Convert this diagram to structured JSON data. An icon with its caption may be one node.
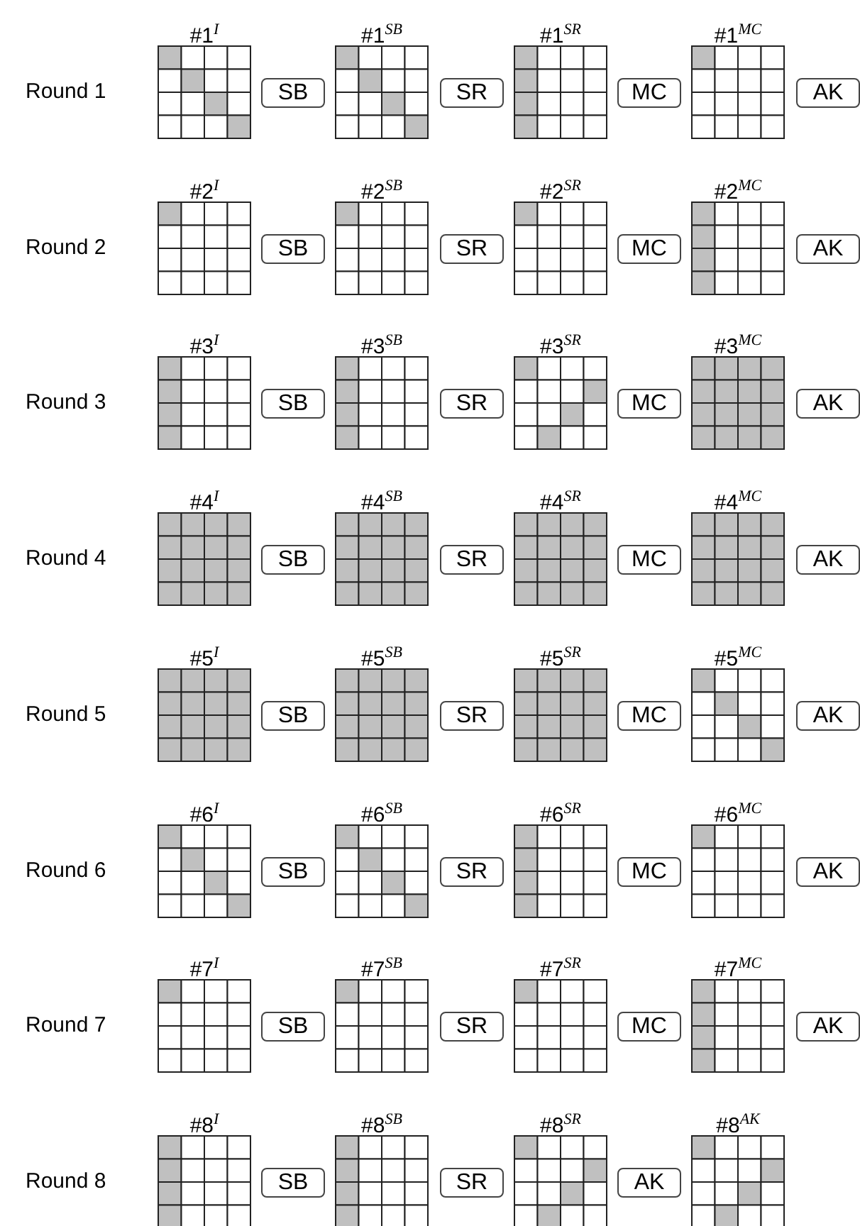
{
  "diagram": {
    "nodes": [
      {
        "text": [
          "#1$^{I}$"
        ]
      },
      {
        "text": [
          "SB"
        ]
      },
      {
        "text": [
          "#1$^{SB}$"
        ]
      },
      {
        "text": [
          "SR"
        ]
      },
      {
        "text": [
          "#1$^{SR}$"
        ]
      },
      {
        "text": [
          "MC"
        ]
      },
      {
        "text": [
          "#1$^{MC}$"
        ]
      },
      {
        "text": [
          "AK"
        ]
      },
      {
        "text": [
          "#2$^{I}$"
        ]
      },
      {
        "text": [
          "SB"
        ]
      },
      {
        "text": [
          "#2$^{SB}$"
        ]
      },
      {
        "text": [
          "SR"
        ]
      },
      {
        "text": [
          "#2$^{SR}$"
        ]
      },
      {
        "text": [
          "MC"
        ]
      },
      {
        "text": [
          "#2$^{MC}$"
        ]
      },
      {
        "text": [
          "AK"
        ]
      },
      {
        "text": [
          "#3$^{I}$"
        ]
      },
      {
        "text": [
          "SB"
        ]
      },
      {
        "text": [
          "#3$^{SB}$"
        ]
      },
      {
        "text": [
          "SR"
        ]
      },
      {
        "text": [
          "#3$^{SR}$"
        ]
      },
      {
        "text": [
          "MC"
        ]
      },
      {
        "text": [
          "#3$^{MC}$"
        ]
      },
      {
        "text": [
          "AK"
        ]
      },
      {
        "text": [
          "#4$^{I}$"
        ]
      },
      {
        "text": [
          "SB"
        ]
      },
      {
        "text": [
          "#4$^{SB}$"
        ]
      },
      {
        "text": [
          "SR"
        ]
      },
      {
        "text": [
          "#4$^{SR}$"
        ]
      },
      {
        "text": [
          "MC"
        ]
      },
      {
        "text": [
          "#4$^{MC}$"
        ]
      },
      {
        "text": [
          "AK"
        ]
      },
      {
        "text": [
          "#5$^{I}$"
        ]
      },
      {
        "text": [
          "SB"
        ]
      },
      {
        "text": [
          "#5$^{SB}$"
        ]
      },
      {
        "text": [
          "SR"
        ]
      },
      {
        "text": [
          "#5$^{SR}$"
        ]
      },
      {
        "text": [
          "MC"
        ]
      },
      {
        "text": [
          "#5$^{MC}$"
        ]
      },
      {
        "text": [
          "AK"
        ]
      },
      {
        "text": [
          "#6$^{I}$"
        ]
      },
      {
        "text": [
          "SB"
        ]
      },
      {
        "text": [
          "#6$^{SB}$"
        ]
      },
      {
        "text": [
          "SR"
        ]
      },
      {
        "text": [
          "#6$^{SR}$"
        ]
      },
      {
        "text": [
          "MC"
        ]
      },
      {
        "text": [
          "#6$^{MC}$"
        ]
      },
      {
        "text": [
          "AK"
        ]
      },
      {
        "text": [
          "#7$^{I}$"
        ]
      },
      {
        "text": [
          "SB"
        ]
      },
      {
        "text": [
          "#7$^{SB}$"
        ]
      },
      {
        "text": [
          "SR"
        ]
      },
      {
        "text": [
          "#7$^{SR}$"
        ]
      },
      {
        "text": [
          "MC"
        ]
      },
      {
        "text": [
          "#7$^{MC}$"
        ]
      },
      {
        "text": [
          "AK"
        ]
      },
      {
        "text": [
          "#8$^{I}$"
        ]
      },
      {
        "text": [
          "SB"
        ]
      },
      {
        "text": [
          "#8$^{SB}$"
        ]
      },
      {
        "text": [
          "SR"
        ]
      },
      {
        "text": [
          "#8$^{SR}$"
        ]
      },
      {
        "text": [
          "AK"
        ]
      },
      {
        "text": [
          "#8$^{AK}$"
        ]
      }
    ],
    "labels": [
      "Round 1",
      "Round 2",
      "Round 3",
      "Round 4",
      "Round 5",
      "Round 6",
      "Round 7",
      "Round 8"
    ]
  }
}
